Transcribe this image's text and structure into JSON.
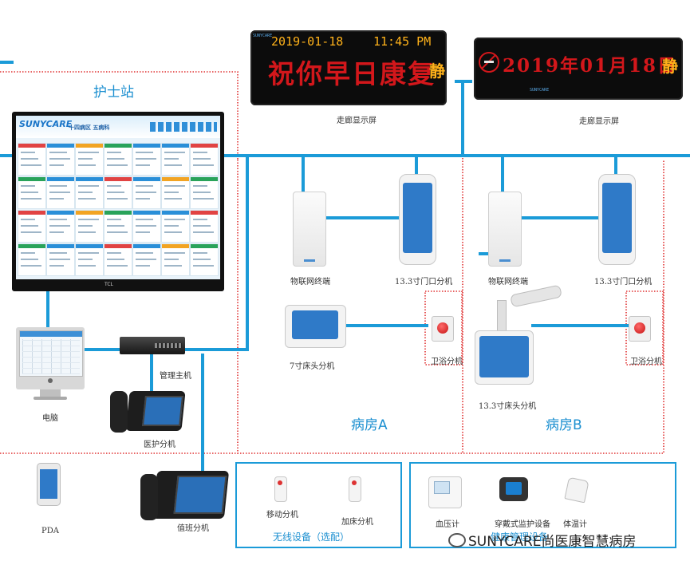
{
  "zones": {
    "nurse_station": "护士站",
    "ward_a": "病房A",
    "ward_b": "病房B"
  },
  "led_left": {
    "small_tag": "SUNYCARE",
    "date": "2019-01-18",
    "time": "11:45 PM",
    "message": "祝你早日康复",
    "quiet": "静",
    "caption": "走廊显示屏"
  },
  "led_right": {
    "date_big": "2019年01月18日",
    "quiet": "静",
    "footer_brand": "SUNYCARE",
    "caption": "走廊显示屏"
  },
  "monitor": {
    "brand_line1": "SUNYCARE",
    "header_title": "十四病区 五病科",
    "brand_bottom": "TCL"
  },
  "devices": {
    "iot_terminal_a": "物联网终端",
    "door_unit_a": "13.3寸门口分机",
    "iot_terminal_b": "物联网终端",
    "door_unit_b": "13.3寸门口分机",
    "bed_unit_7": "7寸床头分机",
    "bathroom_a": "卫浴分机",
    "bed_unit_13": "13.3寸床头分机",
    "bathroom_b": "卫浴分机",
    "host": "管理主机",
    "computer": "电脑",
    "medical_unit": "医护分机",
    "pda": "PDA",
    "duty_unit": "值班分机"
  },
  "wireless": {
    "title": "无线设备（选配）",
    "item1": "移动分机",
    "item2": "加床分机"
  },
  "health": {
    "title": "健康管理设备",
    "item1": "血压计",
    "item2": "穿戴式监护设备",
    "item3": "体温计"
  },
  "watermark": "SUNYCARE尚医康智慧病房",
  "colors": {
    "wire": "#1b9bd8",
    "zone_border": "#e03030",
    "led_red": "#d3171b",
    "led_amber": "#ffb21a"
  }
}
